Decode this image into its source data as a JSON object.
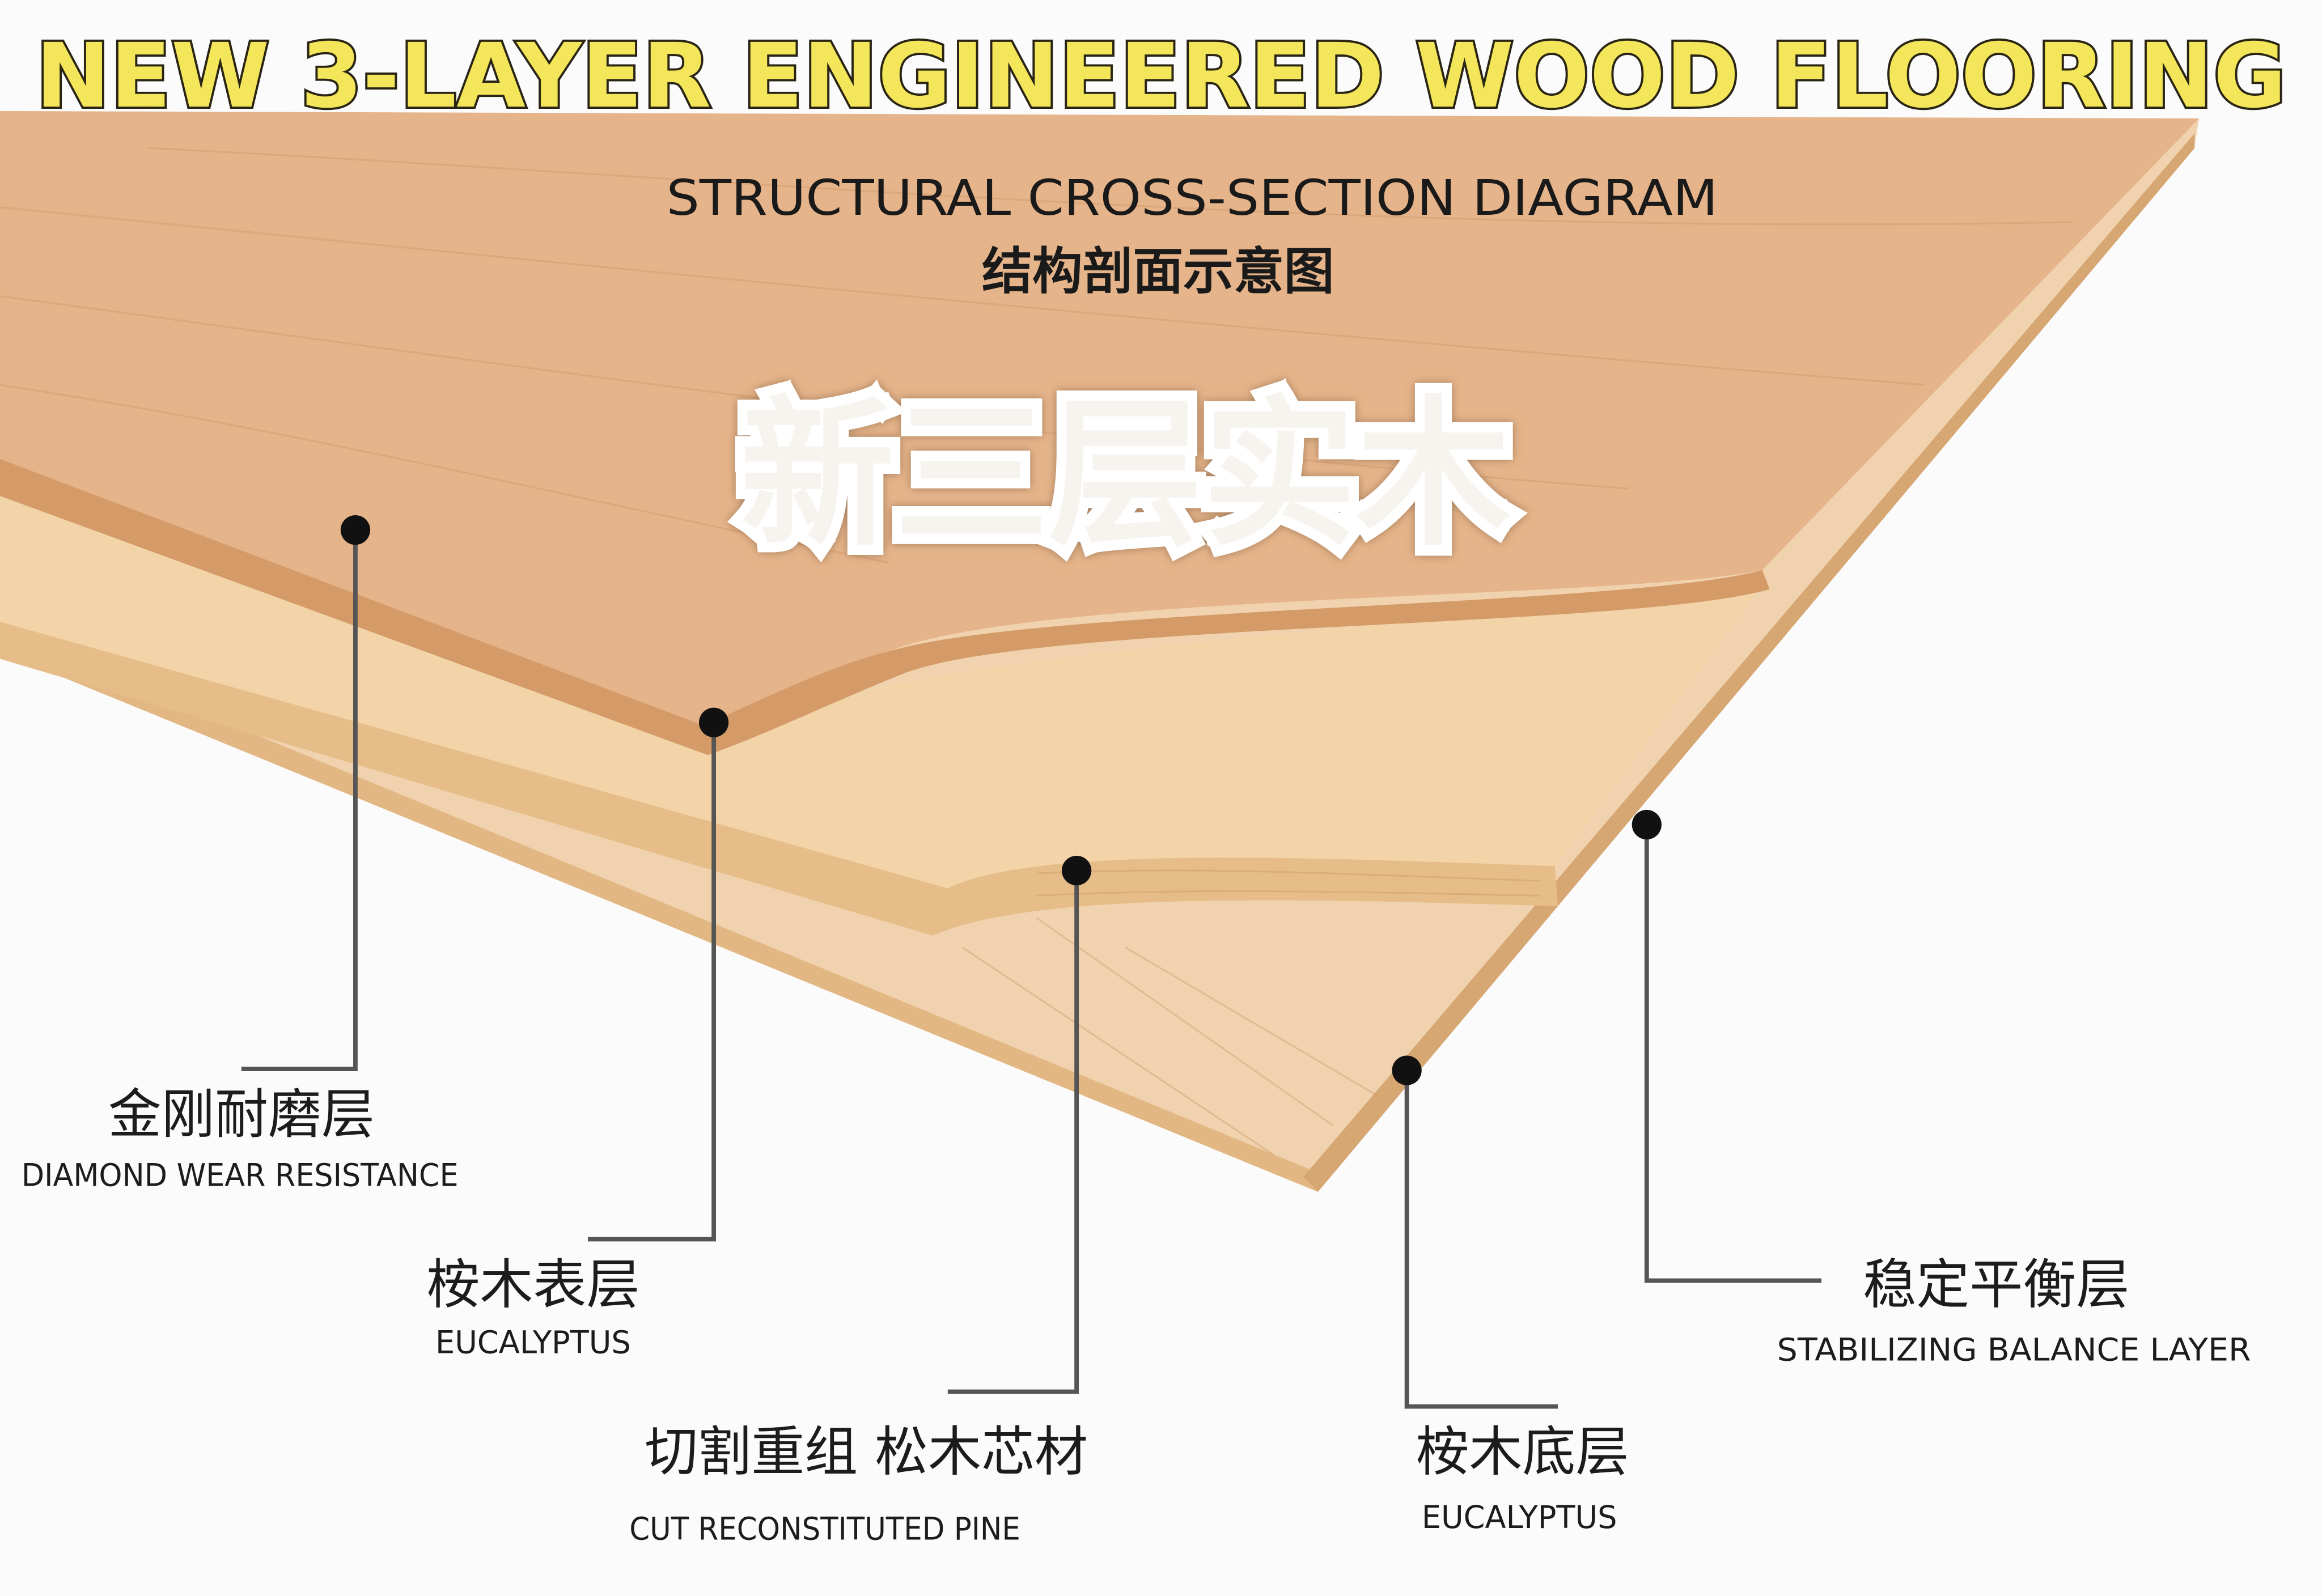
{
  "title": "NEW 3-LAYER ENGINEERED WOOD FLOORING",
  "subtitle_en": "STRUCTURAL CROSS-SECTION DIAGRAM",
  "subtitle_cn": "结构剖面示意图",
  "hero_cn": "新三层实木",
  "colors": {
    "title": "#f3e65a",
    "top_layer": "#e6b48a",
    "core": "#f2d4a8",
    "bottom": "#f0d3ae"
  },
  "labels": [
    {
      "cn": "金刚耐磨层",
      "en": "DIAMOND WEAR RESISTANCE"
    },
    {
      "cn": "桉木表层",
      "en": "EUCALYPTUS"
    },
    {
      "cn": "切割重组 松木芯材",
      "en": "CUT RECONSTITUTED PINE"
    },
    {
      "cn": "桉木底层",
      "en": "EUCALYPTUS"
    },
    {
      "cn": "稳定平衡层",
      "en": "STABILIZING BALANCE LAYER"
    }
  ]
}
